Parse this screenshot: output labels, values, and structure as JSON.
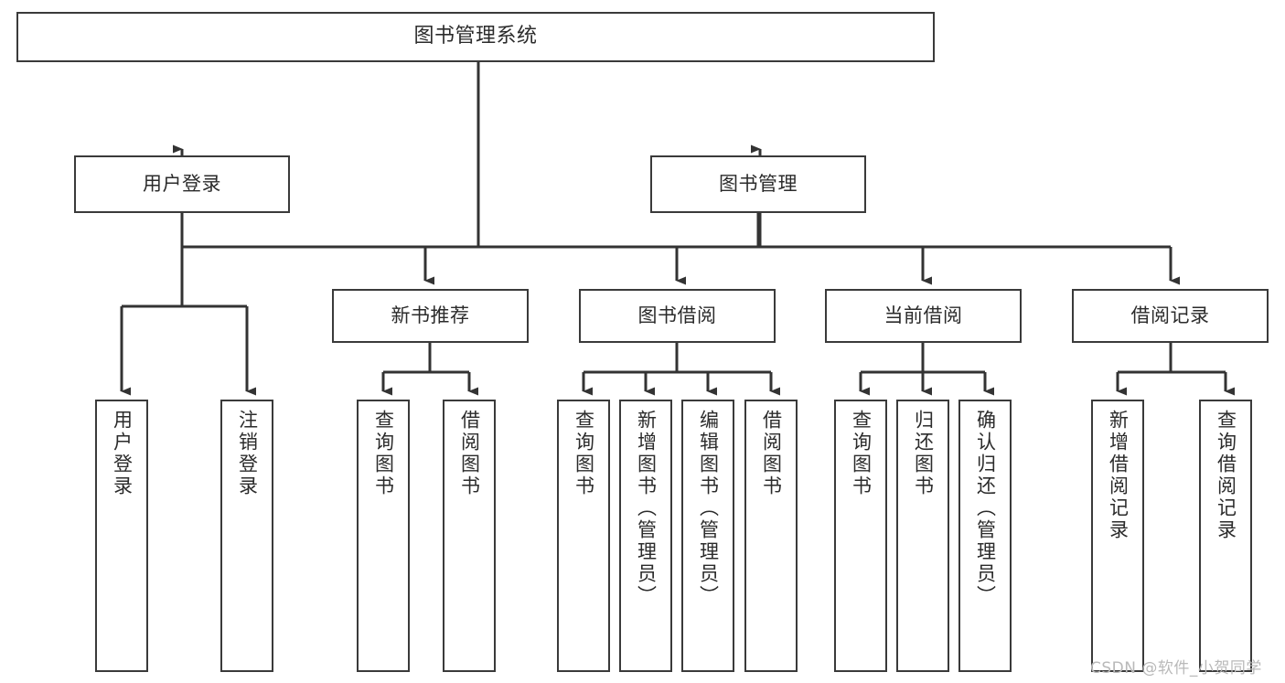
{
  "diagram": {
    "title": "图书管理系统",
    "type": "tree-hierarchy-chart",
    "root": {
      "label": "图书管理系统"
    },
    "level1": [
      {
        "label": "用户登录"
      },
      {
        "label": "图书管理"
      }
    ],
    "level2": [
      {
        "label": "新书推荐"
      },
      {
        "label": "图书借阅"
      },
      {
        "label": "当前借阅"
      },
      {
        "label": "借阅记录"
      }
    ],
    "leaves": {
      "user_login": [
        {
          "label": "用户登录"
        },
        {
          "label": "注销登录"
        }
      ],
      "new_book_recommend": [
        {
          "label": "查询图书"
        },
        {
          "label": "借阅图书"
        }
      ],
      "book_borrow": [
        {
          "label": "查询图书"
        },
        {
          "label": "新增图书（管理员）"
        },
        {
          "label": "编辑图书（管理员）"
        },
        {
          "label": "借阅图书"
        }
      ],
      "current_borrow": [
        {
          "label": "查询图书"
        },
        {
          "label": "归还图书"
        },
        {
          "label": "确认归还（管理员）"
        }
      ],
      "borrow_record": [
        {
          "label": "新增借阅记录"
        },
        {
          "label": "查询借阅记录"
        }
      ]
    }
  },
  "watermark": {
    "text": "CSDN @软件_小贺同学"
  },
  "colors": {
    "box_border": "#3a3a3a",
    "box_fill": "#ffffff",
    "text": "#2b2b2b",
    "connector": "#333333",
    "watermark": "#b9b9b9",
    "background": "#ffffff"
  }
}
